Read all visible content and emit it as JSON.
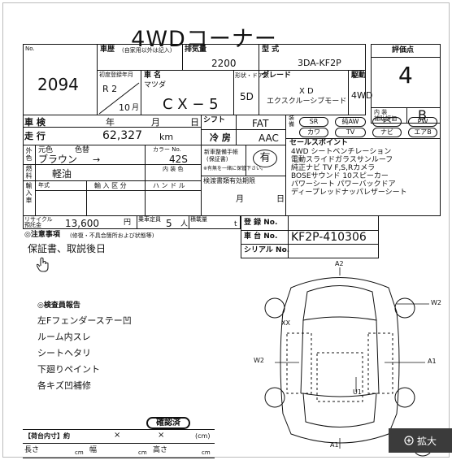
{
  "title": "4WDコーナー",
  "lot": {
    "label": "No.",
    "number": "2094"
  },
  "history": {
    "label": "車歴",
    "note": "(自家用以外は記入)"
  },
  "displacement": {
    "label": "排気量",
    "value": "2200"
  },
  "model_type": {
    "label": "型 式",
    "value": "3DA-KF2P"
  },
  "grade_points": {
    "label": "評価点",
    "value": "4",
    "interior_label": "内 装\n補助評価",
    "interior_value": "B"
  },
  "first_reg": {
    "label": "初度登録年月",
    "value_year": "R 2",
    "value_month": "10",
    "month_unit": "月"
  },
  "car_name": {
    "label": "車 名",
    "maker": "マツダ",
    "model": "C X − 5"
  },
  "doors": {
    "label": "形状・ドア数",
    "value": "5D"
  },
  "grade": {
    "label": "グレード",
    "line1": "X D",
    "line2": "エクスクルーシブモード"
  },
  "drive": {
    "label": "駆動",
    "value": "4WD"
  },
  "inspection": {
    "label": "車 検",
    "year": "年",
    "month": "月",
    "day": "日"
  },
  "shift": {
    "label": "シフト",
    "value": "FAT"
  },
  "equipment": {
    "row1": [
      "SR",
      "純AW",
      "PS",
      "PW"
    ],
    "row2": [
      "カワ",
      "TV",
      "ナビ",
      "エアB"
    ],
    "side_label": "装備"
  },
  "mileage": {
    "label": "走 行",
    "value": "62,327",
    "unit": "km"
  },
  "ac": {
    "label": "冷 房",
    "value": "AAC"
  },
  "color": {
    "label_outer": "外色",
    "orig_label": "元色",
    "color_label": "色替",
    "value": "ブラウン",
    "arrow": "→",
    "code_label": "カラー No.",
    "code": "42S",
    "interior_label": "内 装 色"
  },
  "manual": {
    "label": "新車整備手帳",
    "sub": "(保証書)",
    "note": "※有無を一緒に保管下さい。",
    "value": "有"
  },
  "fuel": {
    "label": "燃料",
    "value": "軽油"
  },
  "import": {
    "label": "輸入車",
    "year": "年式",
    "section": "輸 入 区 分",
    "handle": "ハ ン ド ル"
  },
  "recycle_cert": {
    "label": "検渡書類有効期限",
    "month": "月",
    "day": "日"
  },
  "sales_points": {
    "label": "セールスポイント",
    "lines": [
      "4WD シートベンチレーション",
      "電動スライドガラスサンルーフ",
      "純正ナビ TV F,S,Rカメラ",
      "BOSEサウンド 10スピーカー",
      "パワーシート パワーバックドア",
      "ディープレッドナッパレザーシート"
    ]
  },
  "recycle": {
    "label": "リサイクル\n預託金",
    "value": "13,600",
    "unit": "円"
  },
  "capacity": {
    "label": "乗車定員",
    "value": "5",
    "unit": "人"
  },
  "load": {
    "label": "積載量",
    "unit": "t"
  },
  "reg_no": {
    "label": "登 録 No."
  },
  "chassis": {
    "label": "車 台 No.",
    "value": "KF2P-410306"
  },
  "serial": {
    "label": "シリアル No."
  },
  "notes": {
    "label": "◎注意事項",
    "sub": "(修復・不具合箇所および状態等)",
    "text": "保証書、取説後日"
  },
  "inspector": {
    "label": "◎検査員報告",
    "lines": [
      "左Fフェンダーステー凹",
      "ルーム内スレ",
      "シートヘタリ",
      "下廻りペイント",
      "各キズ凹補修"
    ]
  },
  "cargo": {
    "stamp": "確認済",
    "label": "【荷台内寸】約",
    "times1": "×",
    "times2": "×",
    "unit_cm": "(cm)",
    "length": "長さ",
    "width": "幅",
    "height": "高さ",
    "cm": "cm"
  },
  "damage_marks": [
    "A2",
    "W2",
    "XX",
    "W2",
    "A1",
    "U1",
    "A1"
  ],
  "zoom": {
    "label": "拡大",
    "icon": "zoom-in-icon"
  }
}
